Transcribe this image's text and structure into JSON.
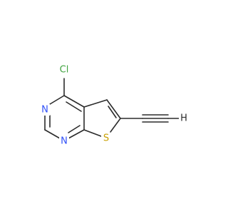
{
  "molecule": {
    "atoms": {
      "chlorine": {
        "symbol": "Cl",
        "color": "#3fa33f"
      },
      "n3": {
        "symbol": "N",
        "color": "#3050f8"
      },
      "n1": {
        "symbol": "N",
        "color": "#3050f8"
      },
      "sulfur": {
        "symbol": "S",
        "color": "#c8a000"
      },
      "hydrogen": {
        "symbol": "H",
        "color": "#2b2b2b"
      }
    },
    "bond_color": "#2b2b2b"
  }
}
